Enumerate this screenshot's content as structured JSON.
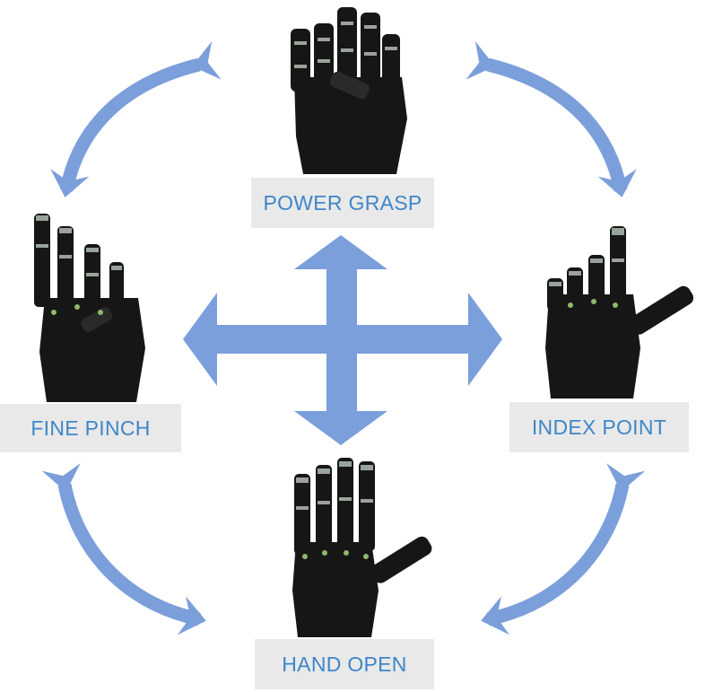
{
  "diagram": {
    "colors": {
      "arrow": "#7b9fdb",
      "label_text": "#3f86c9",
      "label_bg": "#e9e9e9",
      "hand": "#161616",
      "joint": "#9aa39a",
      "joint_dot": "#8fb86a"
    },
    "grasps": {
      "power_grasp": {
        "label": "POWER GRASP",
        "icon": "robotic-hand-power-grasp"
      },
      "fine_pinch": {
        "label": "FINE PINCH",
        "icon": "robotic-hand-fine-pinch"
      },
      "index_point": {
        "label": "INDEX POINT",
        "icon": "robotic-hand-index-point"
      },
      "hand_open": {
        "label": "HAND OPEN",
        "icon": "robotic-hand-open"
      }
    },
    "transitions": [
      {
        "from": "POWER GRASP",
        "to": "FINE PINCH",
        "direction": "bidirectional"
      },
      {
        "from": "POWER GRASP",
        "to": "INDEX POINT",
        "direction": "bidirectional"
      },
      {
        "from": "FINE PINCH",
        "to": "HAND OPEN",
        "direction": "bidirectional"
      },
      {
        "from": "INDEX POINT",
        "to": "HAND OPEN",
        "direction": "bidirectional"
      }
    ],
    "center_cross": {
      "icon": "four-way-arrow-icon"
    }
  }
}
